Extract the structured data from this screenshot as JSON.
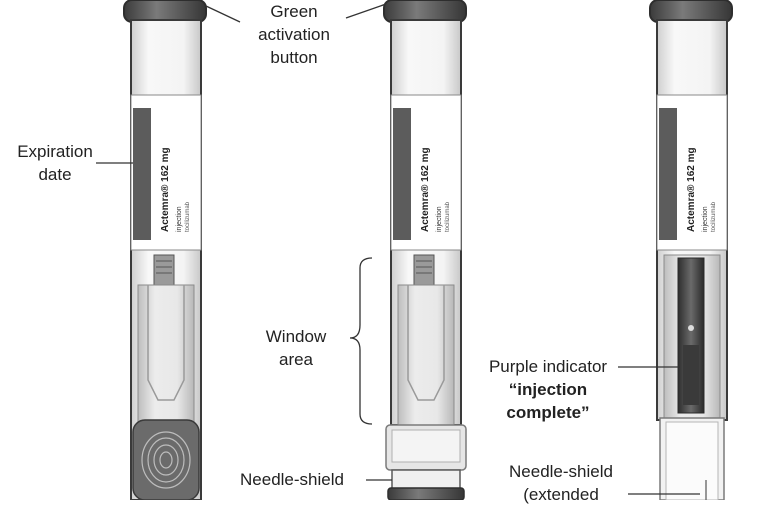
{
  "labels": {
    "green_activation_button": [
      "Green",
      "activation",
      "button"
    ],
    "expiration_date": [
      "Expiration",
      "date"
    ],
    "window_area": [
      "Window",
      "area"
    ],
    "purple_indicator": "Purple indicator",
    "injection_complete": [
      "“injection",
      "complete”"
    ],
    "needle_shield_left": "Needle-shield",
    "needle_shield_right": [
      "Needle-shield",
      "(extended"
    ]
  },
  "pen_label": {
    "brand": "Actemra® 162 mg",
    "form": "injection",
    "generic": "tocilizumab"
  },
  "colors": {
    "outline": "#3a3a3a",
    "pen_body": "#f2f2f2",
    "cap_dark": "#4a4a4a",
    "window_shade": "#d9d9d9",
    "indicator": "#4b4b4b"
  }
}
